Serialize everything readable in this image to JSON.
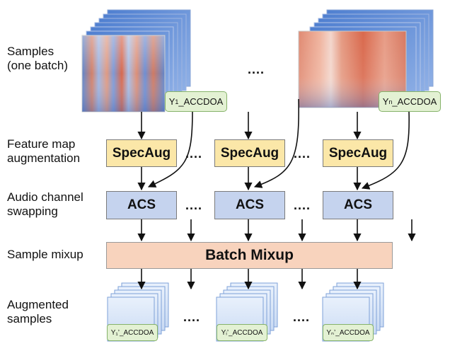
{
  "labels": {
    "samples_line1": "Samples",
    "samples_line2": "(one batch)",
    "feature_line1": "Feature map",
    "feature_line2": "augmentation",
    "channel_line1": "Audio channel",
    "channel_line2": "swapping",
    "mixup": "Sample mixup",
    "augmented_line1": "Augmented",
    "augmented_line2": "samples"
  },
  "boxes": {
    "specaug": "SpecAug",
    "acs": "ACS",
    "batch_mixup": "Batch Mixup"
  },
  "ellipsis": "....",
  "tags": {
    "input_first_prefix": "Y",
    "input_first_sub": "1",
    "input_first_suffix": "_ACCDOA",
    "input_last_prefix": "Y",
    "input_last_sub": "n",
    "input_last_suffix": "_ACCDOA",
    "out_first": "Y₁’_ACCDOA",
    "out_mid": "Yᵢ’_ACCDOA",
    "out_last": "Yₙ’_ACCDOA"
  },
  "colors": {
    "specaug_fill": "#fbe7a8",
    "acs_fill": "#c5d3ee",
    "mixup_fill": "#f8d3bd",
    "tag_fill": "#e3f1d3",
    "spectrogram_cool": "#4a78c8",
    "spectrogram_warm": "#d9684a"
  }
}
